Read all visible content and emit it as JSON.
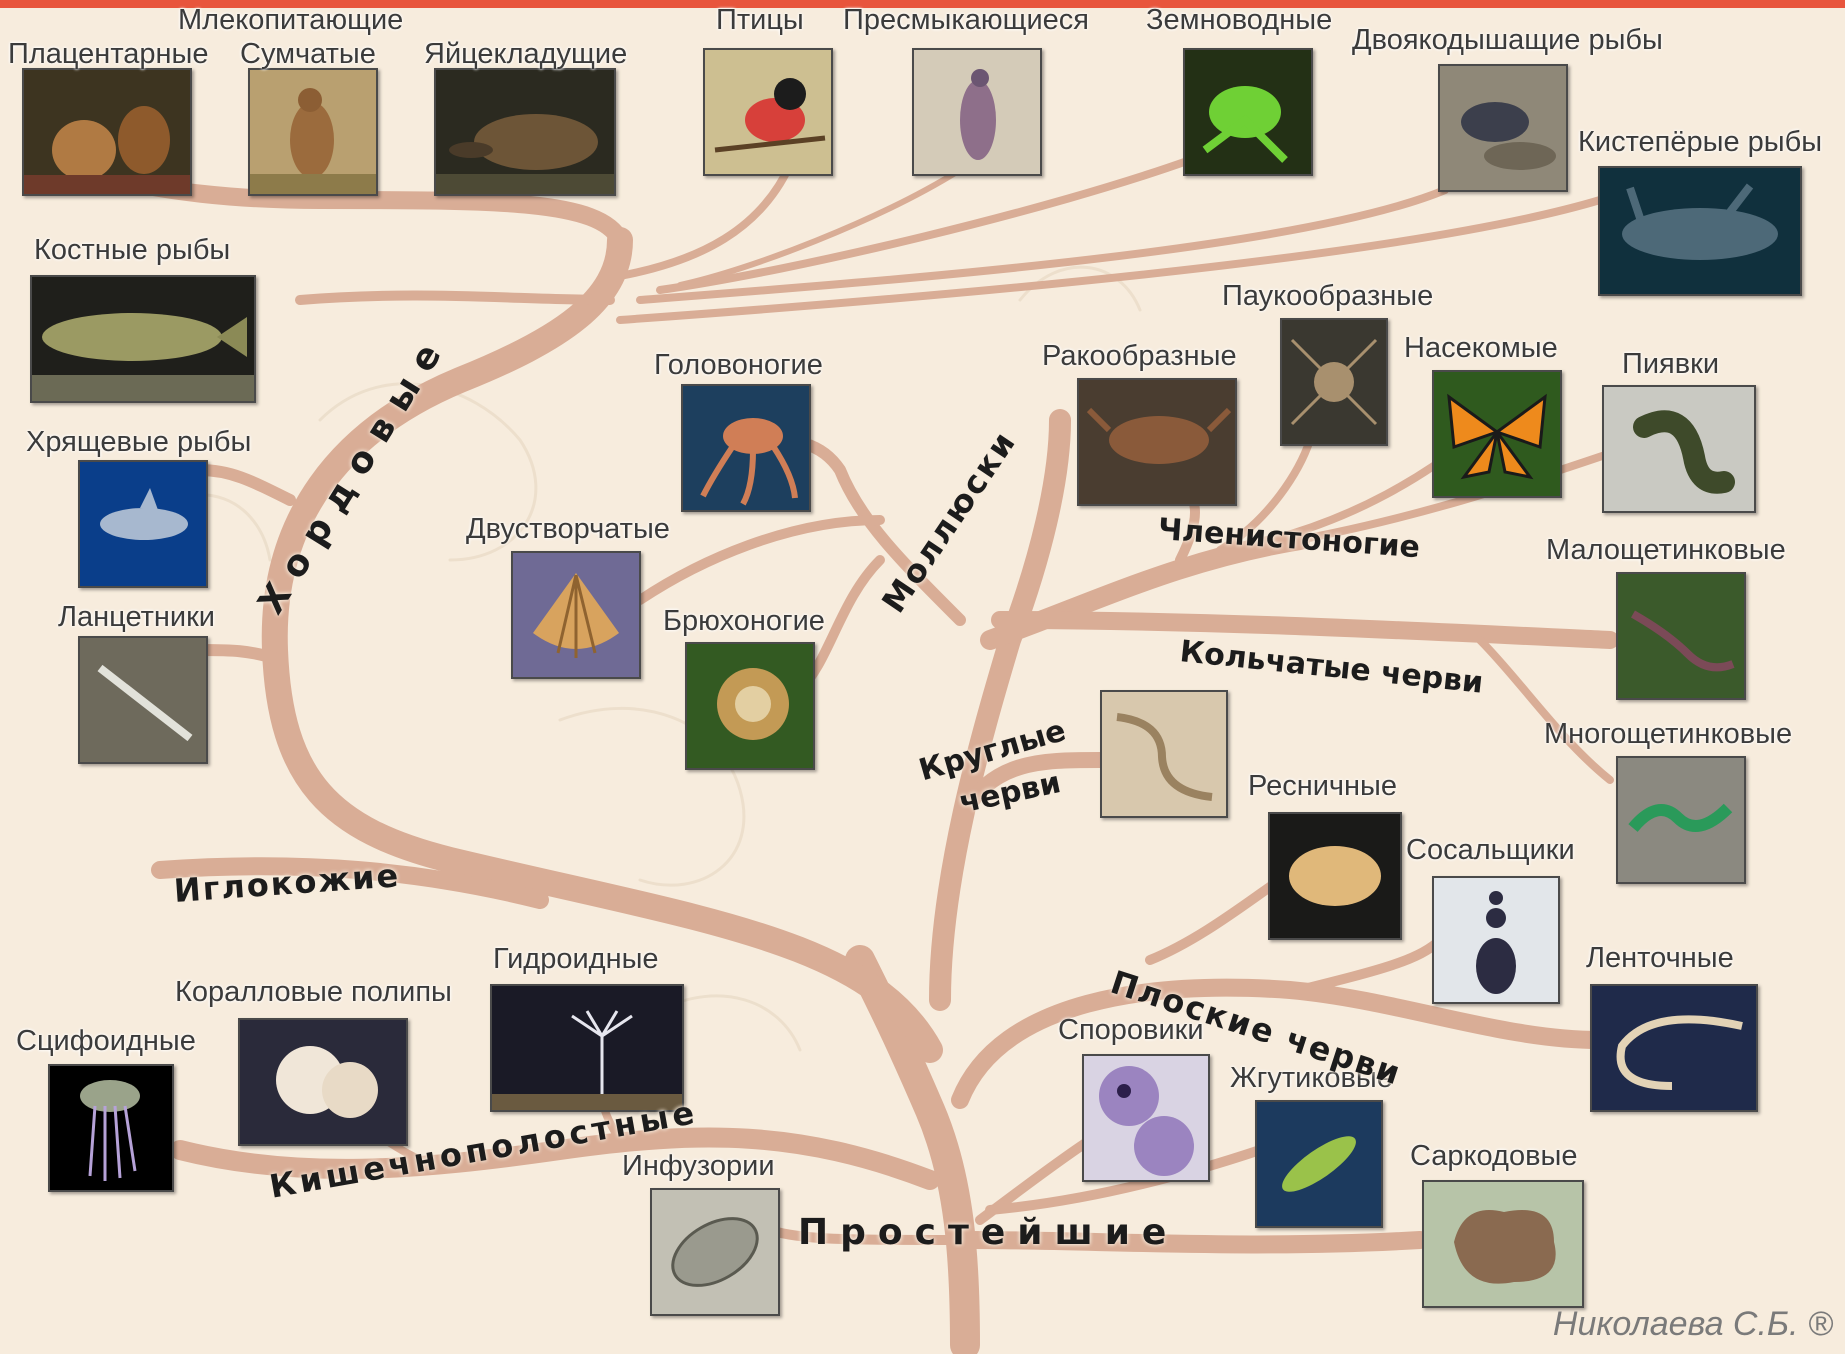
{
  "diagram": {
    "phyla": {
      "chordates": "Хордовые",
      "molluscs": "Моллюски",
      "arthropods": "Членистоногие",
      "annelids": "Кольчатые черви",
      "roundworms_line1": "Круглые",
      "roundworms_line2": "черви",
      "echinoderms": "Иглокожие",
      "flatworms": "Плоские черви",
      "cnidarians": "Кишечнополостные",
      "protozoa": "Простейшие"
    },
    "headers": {
      "mammals": "Млекопитающие"
    },
    "taxa": {
      "placentals": "Плацентарные",
      "marsupials": "Сумчатые",
      "monotremes": "Яйцекладущие",
      "birds": "Птицы",
      "reptiles": "Пресмыкающиеся",
      "amphibians": "Земноводные",
      "lungfish": "Двоякодышащие рыбы",
      "lobefinned": "Кистепёрые рыбы",
      "bony_fish": "Костные рыбы",
      "cartilaginous_fish": "Хрящевые рыбы",
      "lancelets": "Ланцетники",
      "cephalopods": "Головоногие",
      "bivalves": "Двустворчатые",
      "gastropods": "Брюхоногие",
      "arachnids": "Паукообразные",
      "crustaceans": "Ракообразные",
      "insects": "Насекомые",
      "leeches": "Пиявки",
      "oligochaetes": "Малощетинковые",
      "polychaetes": "Многощетинковые",
      "turbellarians": "Ресничные",
      "flukes": "Сосальщики",
      "tapeworms": "Ленточные",
      "sporozoans": "Споровики",
      "flagellates": "Жгутиковые",
      "sarcodines": "Саркодовые",
      "ciliates": "Инфузории",
      "hydroids": "Гидроидные",
      "corals": "Коралловые полипы",
      "scyphozoans": "Сцифоидные"
    },
    "signature": "Николаева С.Б. ®"
  },
  "colors": {
    "background": "#f7ecdd",
    "branch": "#d9ad96",
    "top_bar": "#e8553c",
    "label_text": "#3b3b3b",
    "group_text": "#1c1c1c"
  }
}
